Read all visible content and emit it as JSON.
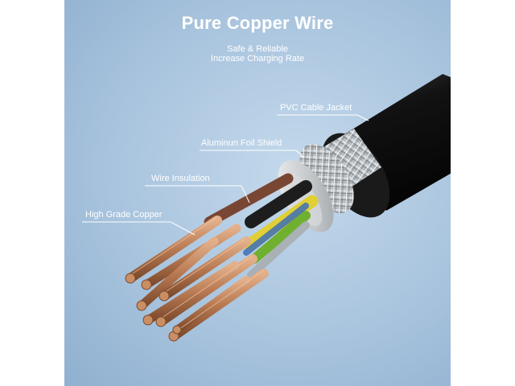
{
  "header": {
    "title": "Pure Copper Wire",
    "subtitle_line1": "Safe & Reliable",
    "subtitle_line2": "Increase Charging Rate"
  },
  "labels": {
    "jacket": "PVC Cable Jacket",
    "shield": "Aluminun Foil Shield",
    "insulation": "Wire Insulation",
    "copper": "High Grade Copper"
  },
  "colors": {
    "panel_background": "#a9c4de",
    "jacket": "#151515",
    "braid": "#cfd3d6",
    "foil": "#c9ccce",
    "copper": "#b9805a",
    "wire_black": "#1d1d1d",
    "wire_brown": "#7a4634",
    "wire_yellow": "#e1cf33",
    "wire_green": "#6fb02f",
    "wire_blue": "#3e6fb7",
    "text": "#ffffff"
  }
}
